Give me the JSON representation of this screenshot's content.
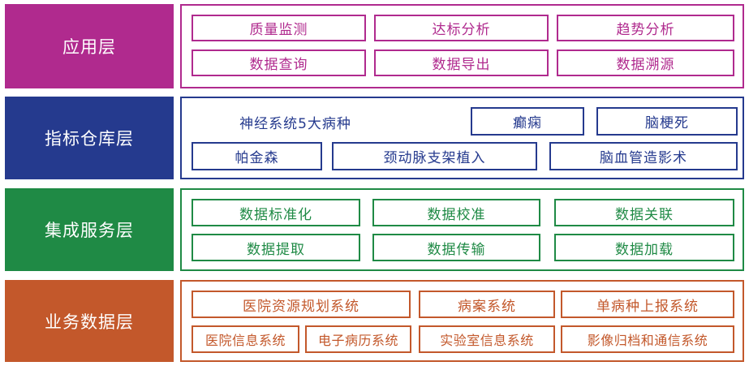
{
  "colors": {
    "application": "#b02a8e",
    "indicator": "#253a8e",
    "integration": "#1f8a45",
    "business": "#c3582b"
  },
  "layers": {
    "application": {
      "label": "应用层",
      "items": [
        "质量监测",
        "达标分析",
        "趋势分析",
        "数据查询",
        "数据导出",
        "数据溯源"
      ]
    },
    "indicator": {
      "label": "指标仓库层",
      "heading": "神经系统5大病种",
      "items": [
        "癫痫",
        "脑梗死",
        "帕金森",
        "颈动脉支架植入",
        "脑血管造影术"
      ]
    },
    "integration": {
      "label": "集成服务层",
      "items": [
        "数据标准化",
        "数据校准",
        "数据关联",
        "数据提取",
        "数据传输",
        "数据加载"
      ]
    },
    "business": {
      "label": "业务数据层",
      "items": [
        "医院资源规划系统",
        "病案系统",
        "单病种上报系统",
        "医院信息系统",
        "电子病历系统",
        "实验室信息系统",
        "影像归档和通信系统"
      ]
    }
  }
}
